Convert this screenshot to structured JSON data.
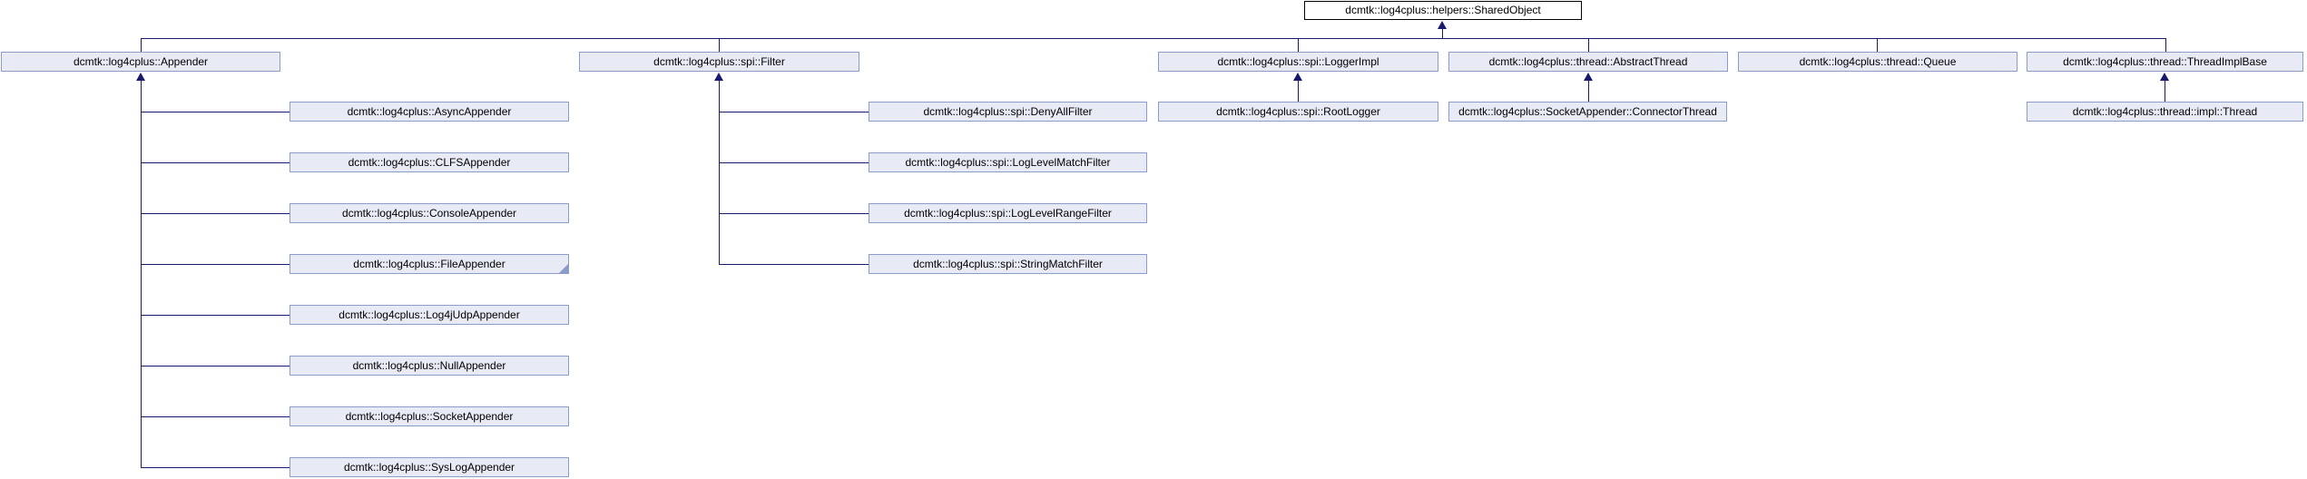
{
  "diagram_type": "class-inheritance-graph",
  "colors": {
    "edge": "#191970",
    "node_fill": "#E8EBF5",
    "node_border": "#8C9CC8",
    "root_fill": "#FFFFFF",
    "root_border": "#000000",
    "text": "#000000",
    "background": "#FFFFFF"
  },
  "root": {
    "label": "dcmtk::log4cplus::helpers::SharedObject"
  },
  "branches": [
    {
      "label": "dcmtk::log4cplus::Appender",
      "children": [
        {
          "label": "dcmtk::log4cplus::AsyncAppender"
        },
        {
          "label": "dcmtk::log4cplus::CLFSAppender"
        },
        {
          "label": "dcmtk::log4cplus::ConsoleAppender"
        },
        {
          "label": "dcmtk::log4cplus::FileAppender",
          "truncated": true
        },
        {
          "label": "dcmtk::log4cplus::Log4jUdpAppender"
        },
        {
          "label": "dcmtk::log4cplus::NullAppender"
        },
        {
          "label": "dcmtk::log4cplus::SocketAppender"
        },
        {
          "label": "dcmtk::log4cplus::SysLogAppender"
        }
      ]
    },
    {
      "label": "dcmtk::log4cplus::spi::Filter",
      "children": [
        {
          "label": "dcmtk::log4cplus::spi::DenyAllFilter"
        },
        {
          "label": "dcmtk::log4cplus::spi::LogLevelMatchFilter"
        },
        {
          "label": "dcmtk::log4cplus::spi::LogLevelRangeFilter"
        },
        {
          "label": "dcmtk::log4cplus::spi::StringMatchFilter"
        }
      ]
    },
    {
      "label": "dcmtk::log4cplus::spi::LoggerImpl",
      "children": [
        {
          "label": "dcmtk::log4cplus::spi::RootLogger"
        }
      ]
    },
    {
      "label": "dcmtk::log4cplus::thread::AbstractThread",
      "children": [
        {
          "label": "dcmtk::log4cplus::SocketAppender::ConnectorThread"
        }
      ]
    },
    {
      "label": "dcmtk::log4cplus::thread::Queue",
      "children": []
    },
    {
      "label": "dcmtk::log4cplus::thread::ThreadImplBase",
      "children": [
        {
          "label": "dcmtk::log4cplus::thread::impl::Thread"
        }
      ]
    }
  ]
}
